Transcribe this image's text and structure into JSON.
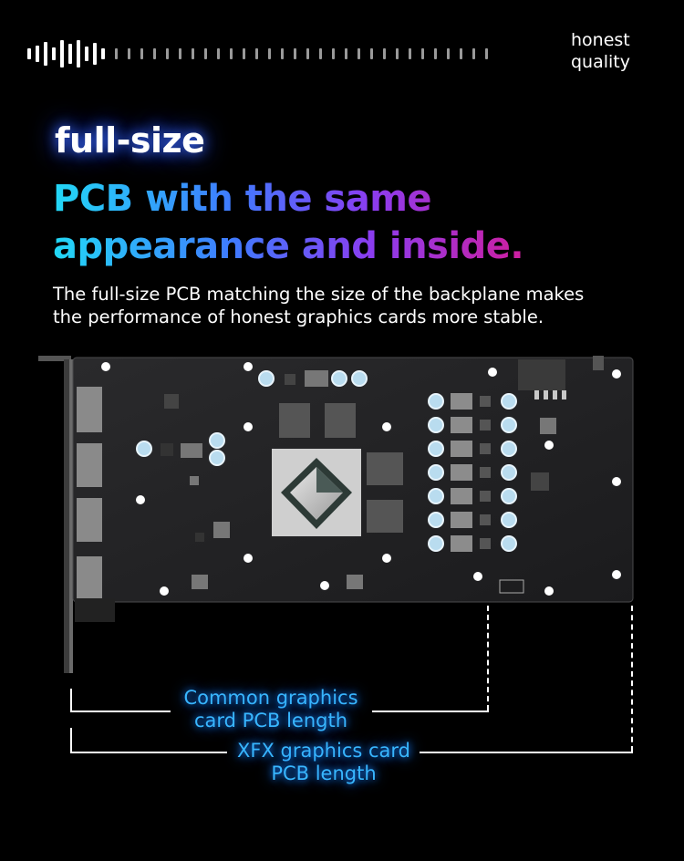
{
  "brand": {
    "line1": "honest",
    "line2": "quality"
  },
  "headline": {
    "line1": "full-size",
    "line2": "PCB with the same",
    "line3": "appearance and inside."
  },
  "description": {
    "line1": "The full-size PCB matching the size of the backplane makes",
    "line2": "the performance of honest graphics cards more stable."
  },
  "captions": {
    "common": [
      "Common graphics",
      "card PCB length"
    ],
    "xfx": [
      "XFX graphics card",
      "PCB length"
    ]
  },
  "colors": {
    "background": "#000000",
    "caption": "#38b6ff",
    "gradient": [
      "#22d8f6",
      "#3f7bff",
      "#8a3df0",
      "#e0168a"
    ]
  }
}
